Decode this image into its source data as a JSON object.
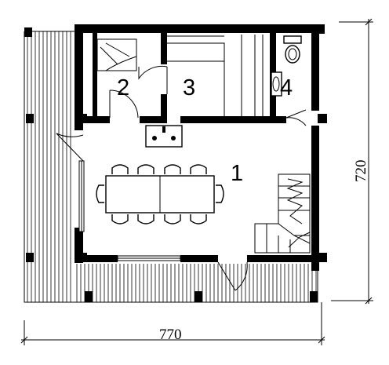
{
  "dimensions": {
    "width": "770",
    "height": "720"
  },
  "rooms": [
    {
      "id": "room-1",
      "label": "1"
    },
    {
      "id": "room-2",
      "label": "2"
    },
    {
      "id": "room-3",
      "label": "3"
    },
    {
      "id": "room-4",
      "label": "4"
    }
  ],
  "colors": {
    "ink": "#000000",
    "paper": "#ffffff"
  }
}
